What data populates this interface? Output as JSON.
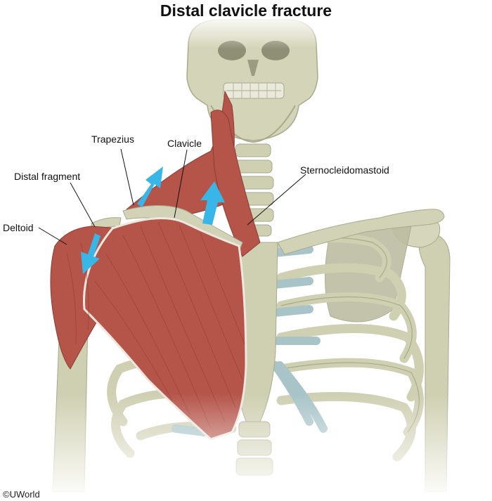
{
  "title": "Distal clavicle fracture",
  "labels": {
    "trapezius": "Trapezius",
    "clavicle": "Clavicle",
    "distal_fragment": "Distal fragment",
    "sternocleidomastoid": "Sternocleidomastoid",
    "deltoid": "Deltoid"
  },
  "credit": "©UWorld",
  "colors": {
    "bone": "#cfcfb2",
    "bone_shadow": "#a9a98c",
    "muscle": "#b5554a",
    "muscle_dark": "#8e3b33",
    "cartilage": "#a8c4c8",
    "arrow": "#38b6e8",
    "tendon": "#efe6de"
  },
  "arrows": [
    {
      "name": "trapezius-pull-arrow",
      "direction": "up"
    },
    {
      "name": "sternocleidomastoid-pull-arrow",
      "direction": "up"
    },
    {
      "name": "distal-fragment-pull-arrow",
      "direction": "down"
    }
  ]
}
